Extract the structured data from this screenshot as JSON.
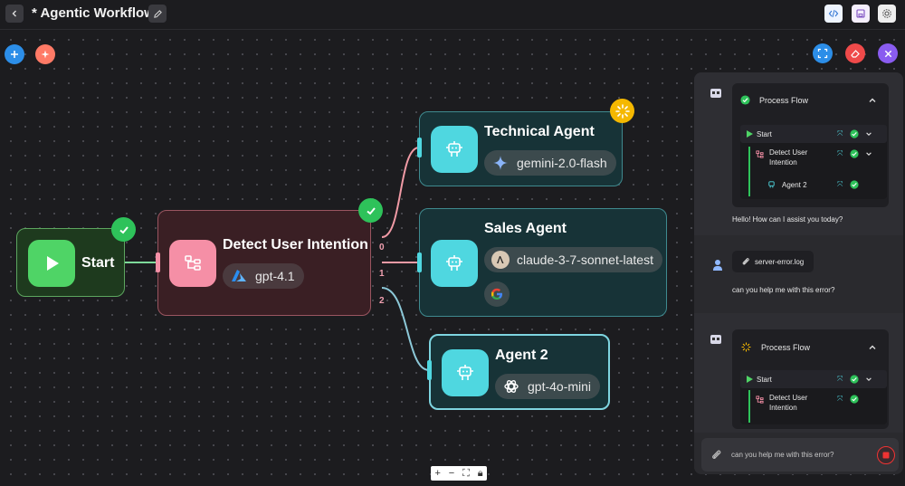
{
  "header": {
    "title": "* Agentic Workflow"
  },
  "nodes": {
    "start": {
      "title": "Start"
    },
    "detect": {
      "title": "Detect User Intention",
      "model": "gpt-4.1"
    },
    "technical": {
      "title": "Technical Agent",
      "model": "gemini-2.0-flash"
    },
    "sales": {
      "title": "Sales Agent",
      "model": "claude-3-7-sonnet-latest"
    },
    "agent2": {
      "title": "Agent 2",
      "model": "gpt-4o-mini"
    }
  },
  "ports": [
    "0",
    "1",
    "2"
  ],
  "chat": {
    "flow1": {
      "title": "Process Flow",
      "steps": [
        "Start",
        "Detect User Intention",
        "Agent 2"
      ]
    },
    "bot_greeting": "Hello! How can I assist you today?",
    "attachment": "server-error.log",
    "user_message": "can you help me with this error?",
    "flow2": {
      "title": "Process Flow",
      "steps": [
        "Start",
        "Detect User Intention"
      ]
    },
    "input_value": "can you help me with this error?"
  },
  "colors": {
    "start_green": "#4fd466",
    "detect_pink": "#f58fa6",
    "agent_cyan": "#4fd7e0",
    "check_green": "#2ec25a",
    "add_blue": "#2c8ee8",
    "magic_coral": "#ff7a66",
    "eraser_red": "#ef4a4a",
    "close_purple": "#8a5cf0"
  }
}
